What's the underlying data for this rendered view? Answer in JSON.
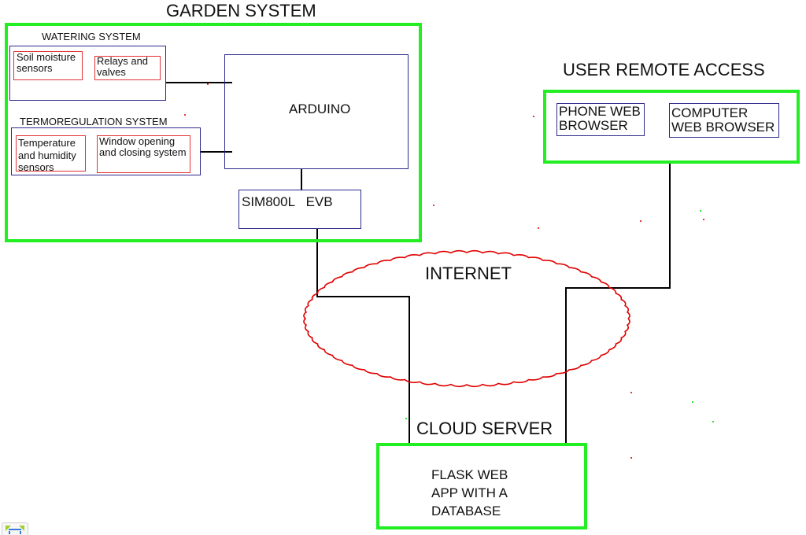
{
  "diagram": {
    "garden_system": {
      "title": "GARDEN SYSTEM",
      "watering_system": {
        "title": "WATERING SYSTEM",
        "items": [
          "Soil moisture\nsensors",
          "Relays and\nvalves"
        ]
      },
      "termoregulation_system": {
        "title": "TERMOREGULATION SYSTEM",
        "items": [
          "Temperature\nand humidity\nsensors",
          "Window opening\nand closing system"
        ]
      },
      "arduino": "ARDUINO",
      "sim_module": "SIM800L   EVB"
    },
    "user_remote_access": {
      "title": "USER REMOTE ACCESS",
      "items": [
        "PHONE WEB\nBROWSER",
        "COMPUTER\nWEB BROWSER"
      ]
    },
    "internet": "INTERNET",
    "cloud_server": {
      "title": "CLOUD SERVER",
      "content": "FLASK WEB\nAPP WITH A\nDATABASE"
    },
    "colors": {
      "group_border": "#22ee22",
      "module_border": "#2a2a8a",
      "component_border": "#e33333",
      "cloud_outline": "#e00000",
      "connector": "#000000"
    }
  }
}
